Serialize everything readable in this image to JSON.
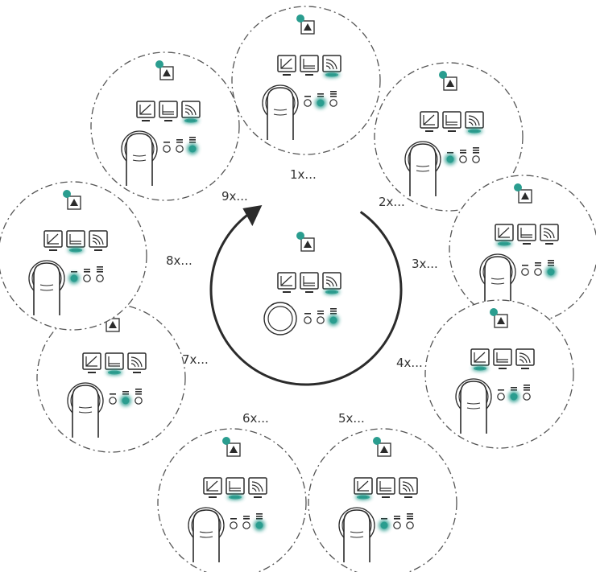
{
  "colors": {
    "accent": "#2a9d8f",
    "stroke": "#2b2b2b",
    "dashed_border": "#555555"
  },
  "icons": {
    "top": "button-lock-icon",
    "displays": [
      "linear-graph-icon",
      "step-graph-icon",
      "signal-wave-icon"
    ],
    "indicators": [
      "level-low-icon",
      "level-mid-icon",
      "level-high-icon"
    ],
    "press": "finger-press-icon",
    "center_button": "round-button-icon",
    "cycle": "clockwise-arrow-icon"
  },
  "center": {
    "active_display": 2,
    "active_indicator": 2,
    "top_dot": true,
    "finger": false
  },
  "steps": [
    {
      "label": "1x...",
      "active_display": 2,
      "active_indicator": 1
    },
    {
      "label": "2x...",
      "active_display": 2,
      "active_indicator": 0
    },
    {
      "label": "3x...",
      "active_display": 0,
      "active_indicator": 2
    },
    {
      "label": "4x...",
      "active_display": 0,
      "active_indicator": 1
    },
    {
      "label": "5x...",
      "active_display": 0,
      "active_indicator": 0
    },
    {
      "label": "6x...",
      "active_display": 1,
      "active_indicator": 2
    },
    {
      "label": "7x...",
      "active_display": 1,
      "active_indicator": 1
    },
    {
      "label": "8x...",
      "active_display": 1,
      "active_indicator": 0
    },
    {
      "label": "9x...",
      "active_display": 2,
      "active_indicator": 2
    }
  ]
}
